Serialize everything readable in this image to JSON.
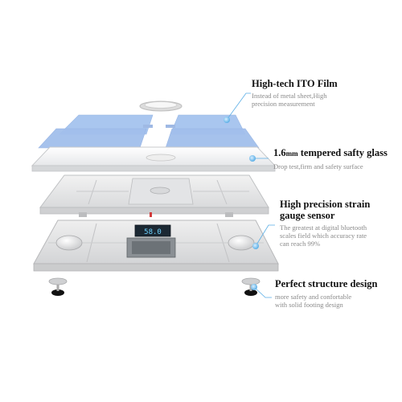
{
  "features": [
    {
      "id": "ito-film",
      "title": "High-tech ITO Film",
      "lines": [
        "Instead of metal sheet,High",
        "precision measurement"
      ]
    },
    {
      "id": "tempered-glass",
      "title_num": "1.6",
      "title_unit": "mm",
      "title_rest": " tempered safty glass",
      "lines": [
        "Drop test,firm and safety surface"
      ]
    },
    {
      "id": "strain-sensor",
      "title_line1": "High precision strain",
      "title_line2": "gauge sensor",
      "lines": [
        "The greatest at digital bluetooth",
        "scales field which accuracy rate",
        "can reach 99%"
      ]
    },
    {
      "id": "structure",
      "title": "Perfect structure design",
      "lines": [
        "more safety and confortable",
        "with solid footing design"
      ]
    }
  ],
  "display_readout": "58.0",
  "colors": {
    "accent": "#5aaee6",
    "film_blue": "#a9c6ef",
    "title": "#111111",
    "desc": "#8a8a8a"
  },
  "icons": [
    "scale-foot-icon",
    "connector-dot-icon"
  ]
}
